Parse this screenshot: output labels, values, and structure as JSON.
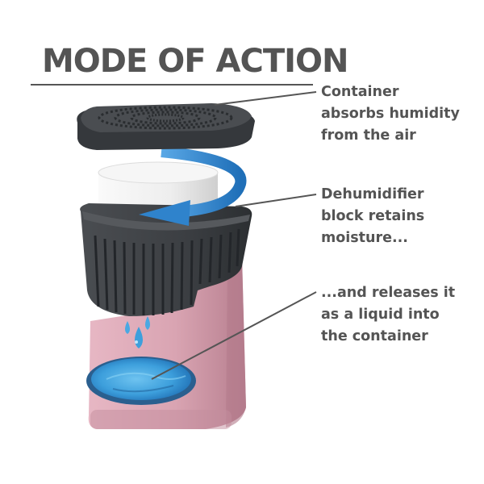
{
  "title": "MODE OF ACTION",
  "callouts": [
    {
      "lines": [
        "Container",
        "absorbs humidity",
        "from the air"
      ]
    },
    {
      "lines": [
        "Dehumidifier",
        "block retains",
        "moisture..."
      ]
    },
    {
      "lines": [
        "...and releases it",
        "as a liquid into",
        "the container"
      ]
    }
  ],
  "colors": {
    "lid": "#4a4d51",
    "basket": "#3c3f43",
    "container": "#d9a4b2",
    "block": "#eeeeee",
    "arrow": "#2f83cc",
    "water": "#3d9fdc",
    "text": "#545454"
  }
}
